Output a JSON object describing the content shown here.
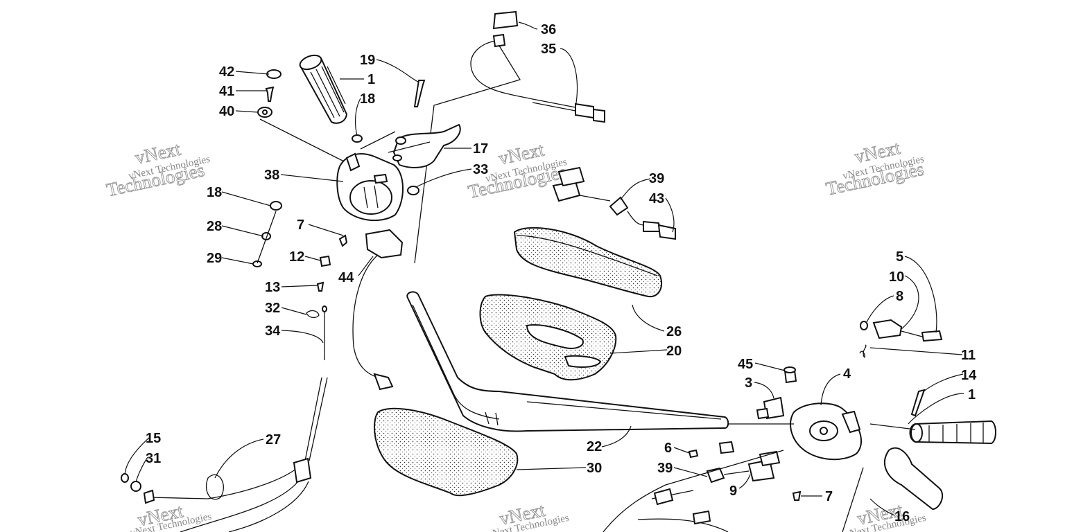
{
  "watermark": {
    "brand_line1": "vNext",
    "brand_line2": "Technologies",
    "company": "vNext Technologies"
  },
  "callouts": [
    {
      "id": "c36",
      "label": "36"
    },
    {
      "id": "c35",
      "label": "35"
    },
    {
      "id": "c19",
      "label": "19"
    },
    {
      "id": "c1a",
      "label": "1"
    },
    {
      "id": "c42",
      "label": "42"
    },
    {
      "id": "c41",
      "label": "41"
    },
    {
      "id": "c40",
      "label": "40"
    },
    {
      "id": "c18a",
      "label": "18"
    },
    {
      "id": "c17",
      "label": "17"
    },
    {
      "id": "c33",
      "label": "33"
    },
    {
      "id": "c38",
      "label": "38"
    },
    {
      "id": "c18b",
      "label": "18"
    },
    {
      "id": "c28",
      "label": "28"
    },
    {
      "id": "c29",
      "label": "29"
    },
    {
      "id": "c7a",
      "label": "7"
    },
    {
      "id": "c12",
      "label": "12"
    },
    {
      "id": "c44",
      "label": "44"
    },
    {
      "id": "c13",
      "label": "13"
    },
    {
      "id": "c32",
      "label": "32"
    },
    {
      "id": "c34",
      "label": "34"
    },
    {
      "id": "c39a",
      "label": "39"
    },
    {
      "id": "c43",
      "label": "43"
    },
    {
      "id": "c26",
      "label": "26"
    },
    {
      "id": "c20",
      "label": "20"
    },
    {
      "id": "c5",
      "label": "5"
    },
    {
      "id": "c10",
      "label": "10"
    },
    {
      "id": "c8",
      "label": "8"
    },
    {
      "id": "c11",
      "label": "11"
    },
    {
      "id": "c45",
      "label": "45"
    },
    {
      "id": "c4",
      "label": "4"
    },
    {
      "id": "c14",
      "label": "14"
    },
    {
      "id": "c3",
      "label": "3"
    },
    {
      "id": "c1b",
      "label": "1"
    },
    {
      "id": "c22",
      "label": "22"
    },
    {
      "id": "c6",
      "label": "6"
    },
    {
      "id": "c30",
      "label": "30"
    },
    {
      "id": "c39b",
      "label": "39"
    },
    {
      "id": "c9",
      "label": "9"
    },
    {
      "id": "c7b",
      "label": "7"
    },
    {
      "id": "c15",
      "label": "15"
    },
    {
      "id": "c31",
      "label": "31"
    },
    {
      "id": "c27",
      "label": "27"
    },
    {
      "id": "c16",
      "label": "16"
    }
  ]
}
